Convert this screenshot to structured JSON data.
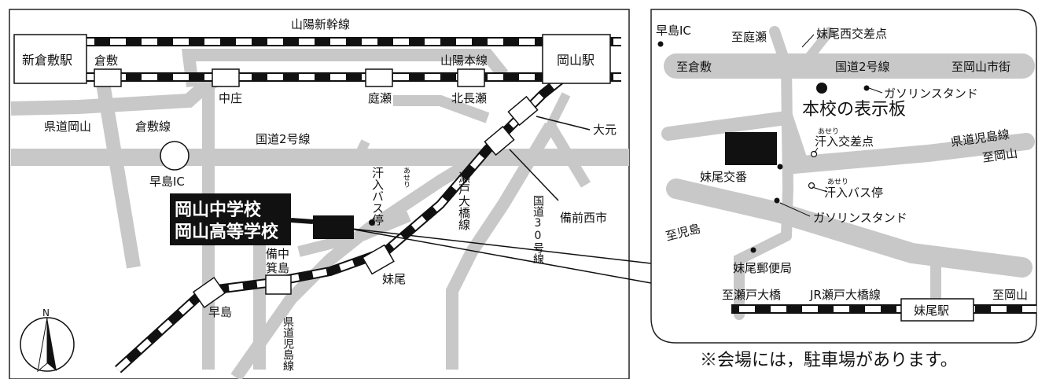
{
  "left_map": {
    "stations": {
      "shinkurashiki": "新倉敷駅",
      "okayama": "岡山駅",
      "kurashiki": "倉敷",
      "nakasho": "中庄",
      "niwase": "庭瀬",
      "kitanagase": "北長瀬",
      "omoto": "大元",
      "bizen_nishiichi": "備前西市",
      "bicchu_mishima": [
        "備中",
        "箕島"
      ],
      "hayashima": "早島",
      "seno": "妹尾"
    },
    "lines": {
      "shinkansen": "山陽新幹線",
      "sanyo": "山陽本線",
      "kurashiki_line": "倉敷線",
      "kendo_okayama": "県道岡山",
      "route2": "国道2号線",
      "seto_ohashi_line": "瀬戸大橋線",
      "route30": "国道30号線",
      "kendo_kojima": "県道児島線",
      "hayashima_ic": "早島IC"
    },
    "bus_stop": {
      "ruby": "あせり",
      "label": "汗入バス停"
    },
    "school": {
      "line1": "岡山中学校",
      "line2": "岡山高等学校"
    },
    "compass": "N"
  },
  "inset_map": {
    "hayashima_ic": "早島IC",
    "to_niwase": "至庭瀬",
    "seo_nishi": "妹尾西交差点",
    "to_kurashiki": "至倉敷",
    "route2": "国道2号線",
    "to_okayama_city": "至岡山市街",
    "gas1": "ガソリンスタンド",
    "school_sign": "本校の表示板",
    "ase_ruby": "あせり",
    "ase_crossing": "汗入交差点",
    "kendo_kojima": "県道児島線",
    "to_okayama": "至岡山",
    "seno_koban": "妹尾交番",
    "ase_bus_ruby": "あせり",
    "ase_bus": "汗入バス停",
    "to_kojima": "至児島",
    "gas2": "ガソリンスタンド",
    "post_office": "妹尾郵便局",
    "to_seto": "至瀬戸大橋",
    "jr_seto": "JR瀬戸大橋線",
    "seno_station": "妹尾駅",
    "to_okayama2": "至岡山"
  },
  "note": "※会場には，駐車場があります。"
}
